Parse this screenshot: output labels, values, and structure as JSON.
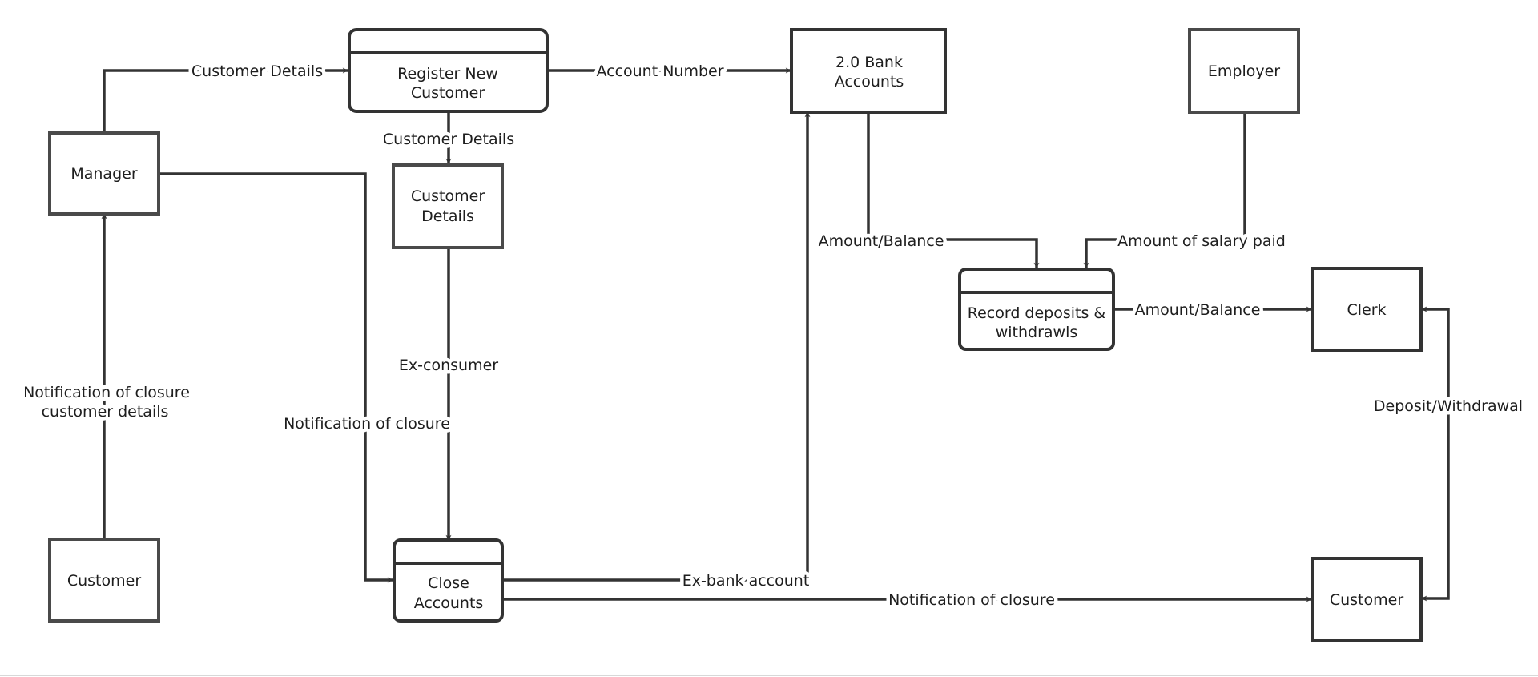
{
  "colors": {
    "stroke": "#333333",
    "stroke_light": "#4a4a4a",
    "text": "#1e1e1e",
    "background": "#ffffff"
  },
  "nodes": {
    "manager": {
      "label": "Manager"
    },
    "register_new_customer": {
      "line1": "Register New",
      "line2": "Customer"
    },
    "customer_details_store": {
      "line1": "Customer",
      "line2": "Details"
    },
    "bank_accounts": {
      "line1": "2.0 Bank",
      "line2": "Accounts"
    },
    "employer": {
      "label": "Employer"
    },
    "record_deposits": {
      "line1": "Record deposits &",
      "line2": "withdrawls"
    },
    "clerk": {
      "label": "Clerk"
    },
    "customer_left": {
      "label": "Customer"
    },
    "close_accounts": {
      "line1": "Close",
      "line2": "Accounts"
    },
    "customer_right": {
      "label": "Customer"
    }
  },
  "edges": {
    "manager_to_register": "Customer Details",
    "register_to_bank": "Account Number",
    "register_to_details": "Customer Details",
    "bank_to_record": "Amount/Balance",
    "employer_to_record": "Amount of salary paid",
    "record_to_clerk": "Amount/Balance",
    "clerk_customer": "Deposit/Withdrawal",
    "details_to_close": "Ex-consumer",
    "manager_to_close": "Notification of closure",
    "customer_to_manager": {
      "line1": "Notification of closure",
      "line2": "customer details"
    },
    "close_to_bank": "Ex-bank account",
    "close_to_customer": "Notification of closure"
  }
}
